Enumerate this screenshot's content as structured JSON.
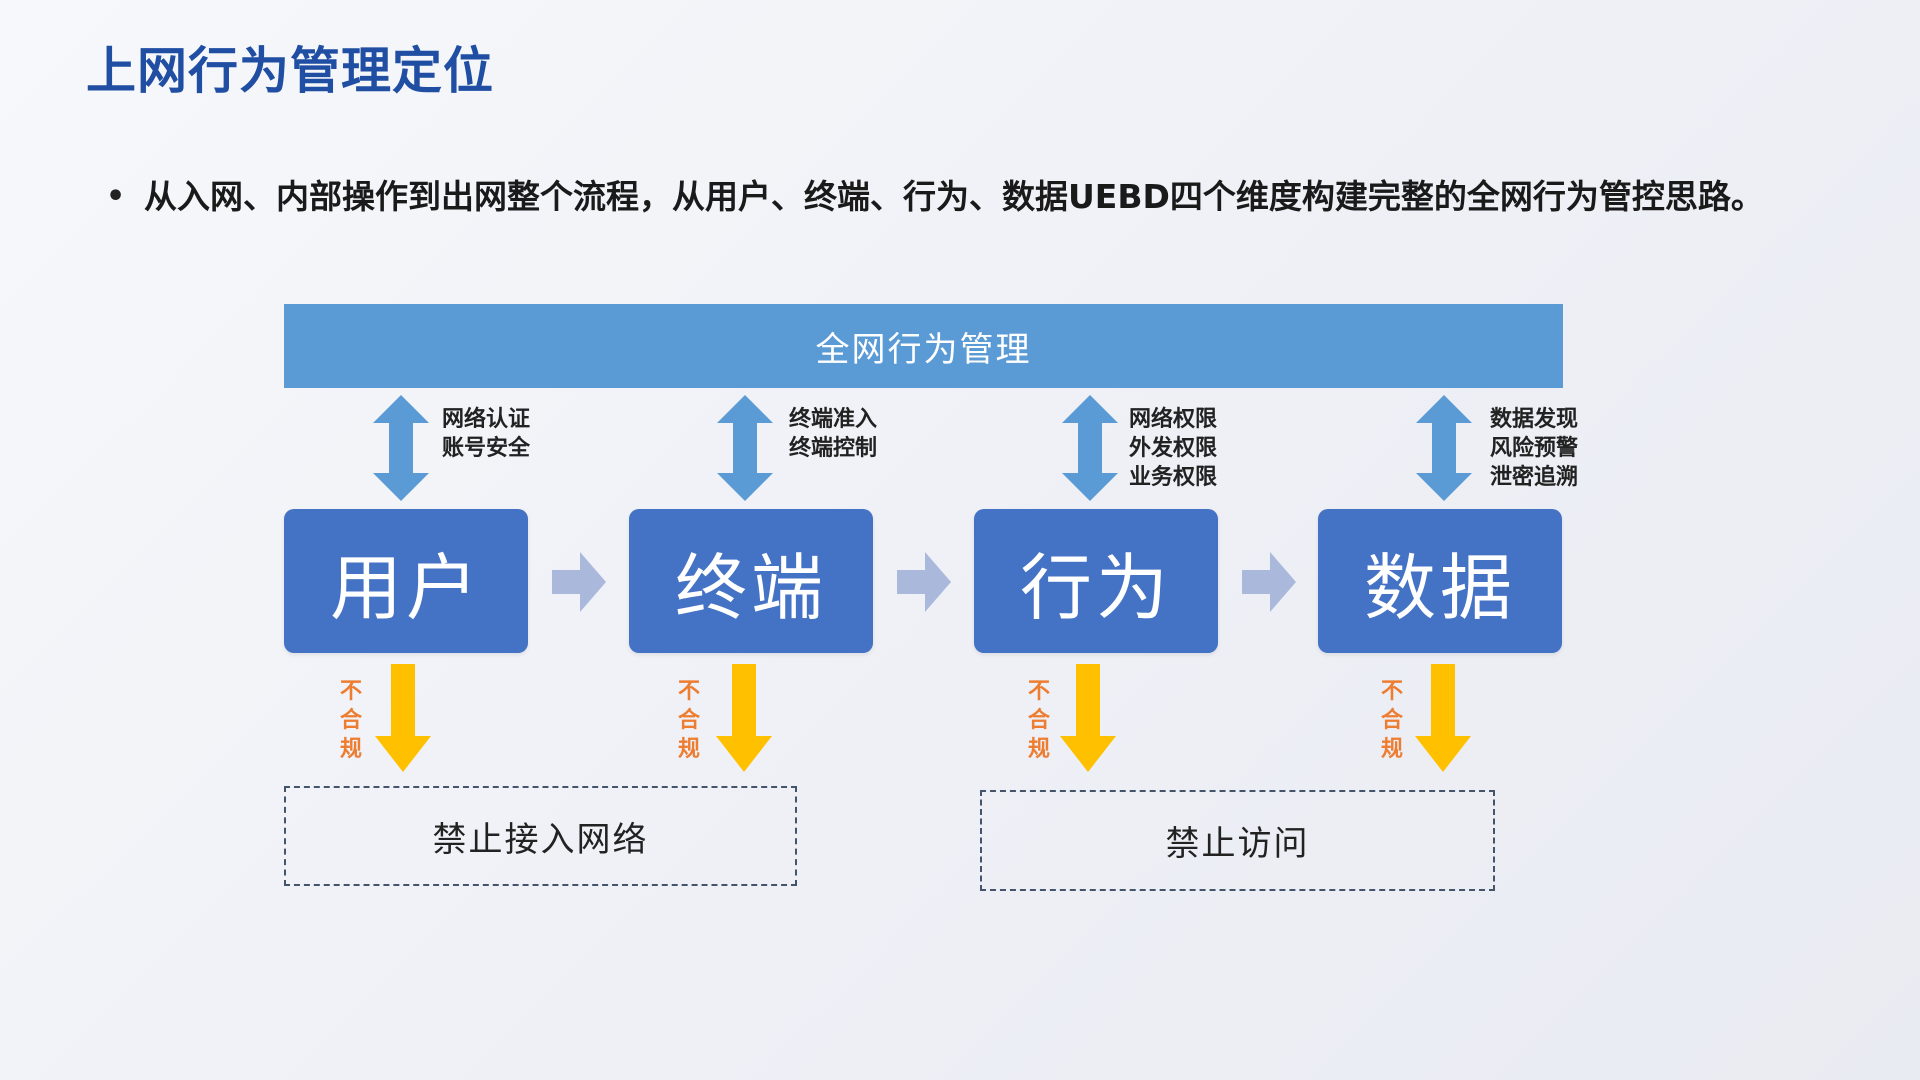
{
  "slide": {
    "title": "上网行为管理定位",
    "bullet": "从入网、内部操作到出网整个流程，从用户、终端、行为、数据UEBD四个维度构建完整的全网行为管控思路。"
  },
  "diagram": {
    "top_bar": "全网行为管理",
    "stages": [
      {
        "label": "用户",
        "features": [
          "网络认证",
          "账号安全"
        ],
        "noncompliant": [
          "不",
          "合",
          "规"
        ]
      },
      {
        "label": "终端",
        "features": [
          "终端准入",
          "终端控制"
        ],
        "noncompliant": [
          "不",
          "合",
          "规"
        ]
      },
      {
        "label": "行为",
        "features": [
          "网络权限",
          "外发权限",
          "业务权限"
        ],
        "noncompliant": [
          "不",
          "合",
          "规"
        ]
      },
      {
        "label": "数据",
        "features": [
          "数据发现",
          "风险预警",
          "泄密追溯"
        ],
        "noncompliant": [
          "不",
          "合",
          "规"
        ]
      }
    ],
    "outcomes": [
      "禁止接入网络",
      "禁止访问"
    ],
    "colors": {
      "top_bar": "#5b9bd5",
      "stage": "#4472c4",
      "updown_arrow": "#5b9bd5",
      "flow_arrow": "#aab8dc",
      "down_arrow": "#ffc000",
      "noncompliant_text": "#ed7d31",
      "title": "#1f4ea3"
    }
  }
}
